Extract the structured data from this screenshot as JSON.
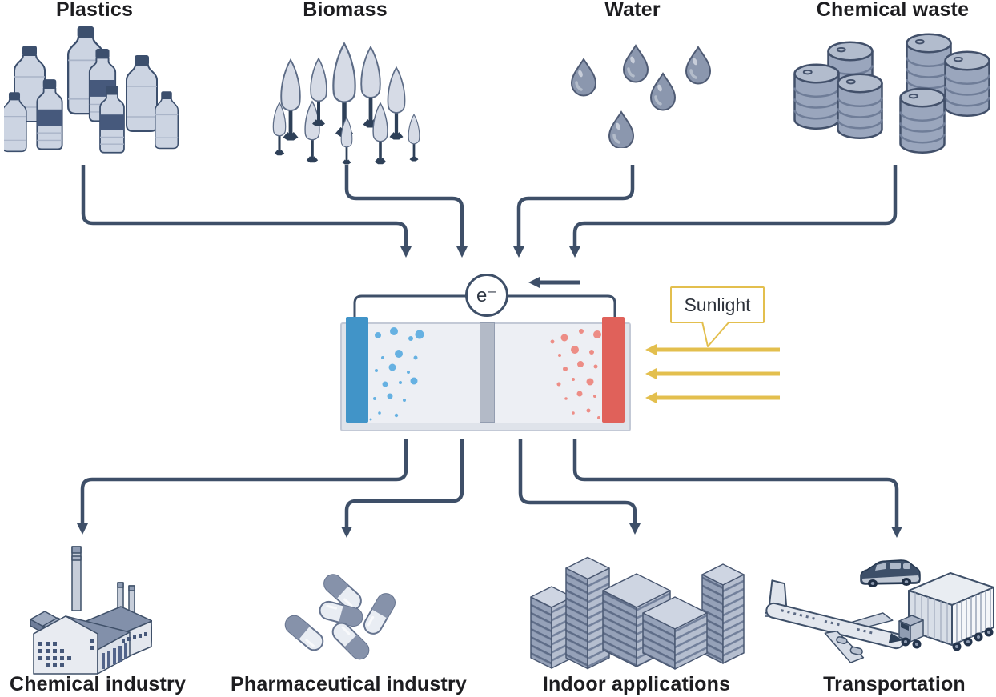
{
  "sources": {
    "plastics": {
      "label": "Plastics"
    },
    "biomass": {
      "label": "Biomass"
    },
    "water": {
      "label": "Water"
    },
    "chemical_waste": {
      "label": "Chemical waste"
    }
  },
  "cell": {
    "electron_label": "e⁻",
    "sunlight_label": "Sunlight"
  },
  "applications": {
    "chemical_industry": {
      "label": "Chemical industry"
    },
    "pharmaceutical_industry": {
      "label": "Pharmaceutical industry"
    },
    "indoor_applications": {
      "label": "Indoor applications"
    },
    "transportation": {
      "label": "Transportation"
    }
  },
  "icons": {
    "plastics": "plastic-bottles-icon",
    "biomass": "poplar-trees-icon",
    "water": "water-droplets-icon",
    "chemical_waste": "waste-barrels-icon",
    "chemical_industry": "factory-icon",
    "pharmaceutical_industry": "medicine-capsules-icon",
    "indoor_applications": "city-buildings-icon",
    "transportation": "plane-car-truck-icon",
    "device": "photoelectrochemical-cell-icon"
  },
  "colors": {
    "arrow": "#3e4f68",
    "text": "#1d1d20",
    "anode": "#4194c8",
    "cathode": "#e0615a",
    "membrane": "#b3bac7",
    "tray": "#dfe3ea",
    "tray_border": "#c3c9d6",
    "liquid": "#edeff4",
    "sunlight": "#e3bf4e",
    "bubble_blue": "#66b1e2",
    "bubble_red": "#ed8d86"
  }
}
